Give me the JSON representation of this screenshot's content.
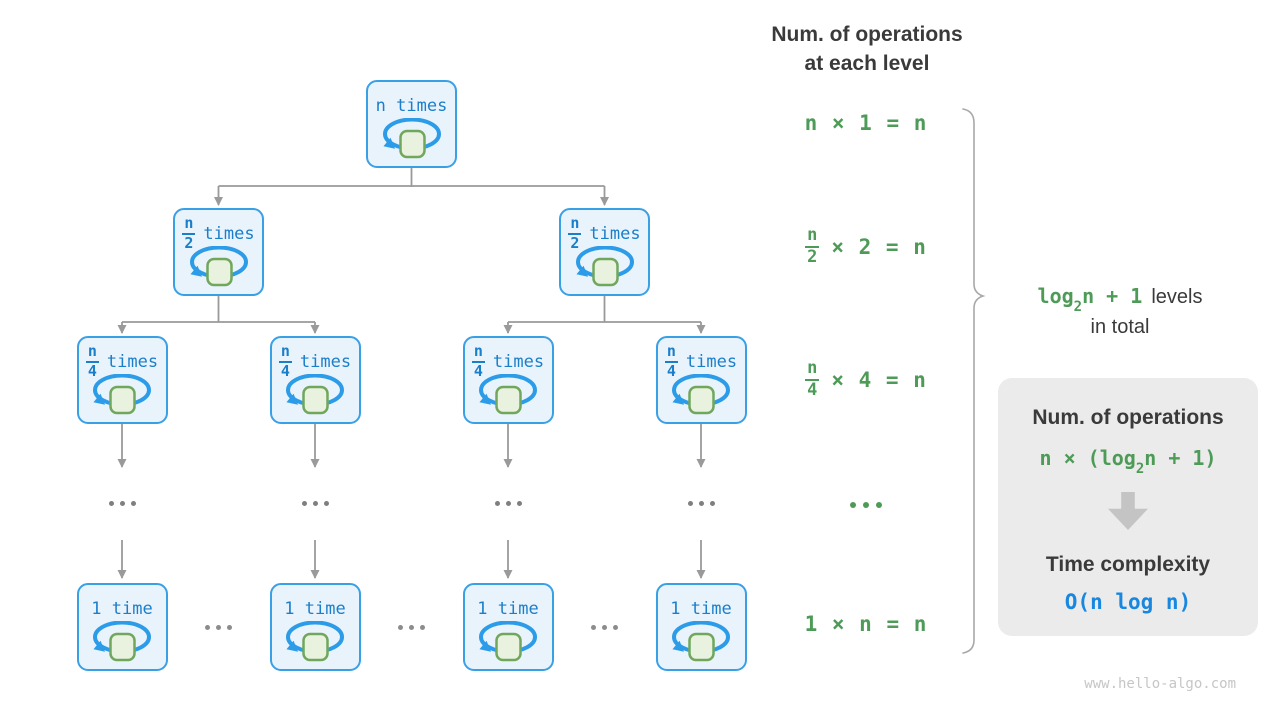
{
  "header": {
    "line1": "Num. of operations",
    "line2": "at each level"
  },
  "tree": {
    "node_labels": {
      "level1": "n times",
      "level2": {
        "num": "n",
        "den": "2",
        "suffix": "times"
      },
      "level3": {
        "num": "n",
        "den": "4",
        "suffix": "times"
      },
      "level4": "1 time"
    },
    "ellipsis": "..."
  },
  "operations_column": {
    "row1": "n × 1 = n",
    "row2": {
      "num": "n",
      "den": "2",
      "rest": "× 2 = n"
    },
    "row3": {
      "num": "n",
      "den": "4",
      "rest": "× 4 = n"
    },
    "dots": "...",
    "row5": "1 × n = n"
  },
  "levels_label": {
    "green_pre": "log",
    "green_sub": "2",
    "green_post": "n + 1",
    "dark_line1": "levels",
    "dark_line2": "in total"
  },
  "summary_box": {
    "title_ops": "Num. of operations",
    "formula_pre": "n × (log",
    "formula_sub": "2",
    "formula_post": "n + 1)",
    "title_time": "Time complexity",
    "complexity": "O(n log n)"
  },
  "watermark": "www.hello-algo.com",
  "colors": {
    "node_border_blue": "#3AA0E6",
    "node_fill_blue": "#E9F3FC",
    "node_text_blue": "#1B7EC9",
    "loop_arrow_blue": "#2D9CE8",
    "loop_square_fill": "#E9F2DE",
    "loop_square_border": "#71A75D",
    "formula_green": "#4E9B58",
    "heading_dark": "#3A3A3A",
    "complexity_blue": "#1787E0",
    "connector_gray": "#9A9A9A",
    "summary_box_gray": "#EBEBEB",
    "block_arrow_gray": "#C4C4C4",
    "brace_gray": "#A8A8A8",
    "watermark_gray": "#C6C6C6"
  }
}
